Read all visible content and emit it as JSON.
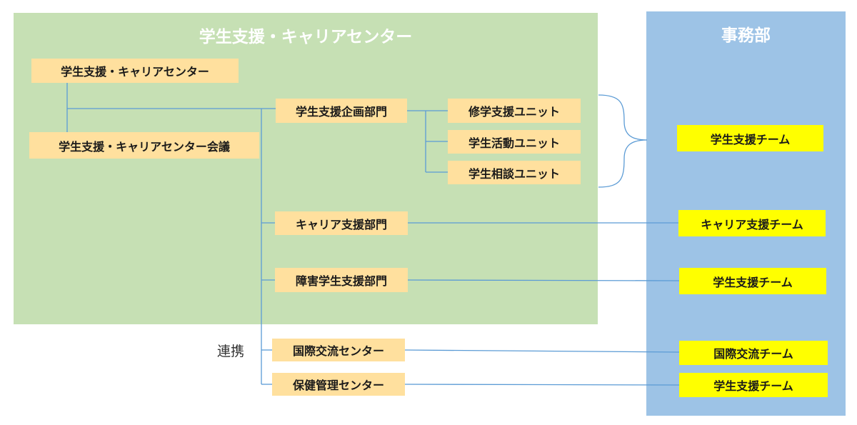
{
  "colors": {
    "center_panel": "#c6e0b4",
    "office_panel": "#9dc3e6",
    "center_box": "#ffe09e",
    "office_box": "#ffff00",
    "connector": "#5b9bd5"
  },
  "center_panel": {
    "title": "学生支援・キャリアセンター"
  },
  "office_panel": {
    "title": "事務部"
  },
  "center": {
    "top": "学生支援・キャリアセンター",
    "council": "学生支援・キャリアセンター会議",
    "planning": "学生支援企画部門",
    "units": [
      "修学支援ユニット",
      "学生活動ユニット",
      "学生相談ユニット"
    ],
    "career": "キャリア支援部門",
    "disability": "障害学生支援部門"
  },
  "partner_label": "連携",
  "partners": [
    "国際交流センター",
    "保健管理センター"
  ],
  "teams": [
    "学生支援チーム",
    "キャリア支援チーム",
    "学生支援チーム",
    "国際交流チーム",
    "学生支援チーム"
  ]
}
